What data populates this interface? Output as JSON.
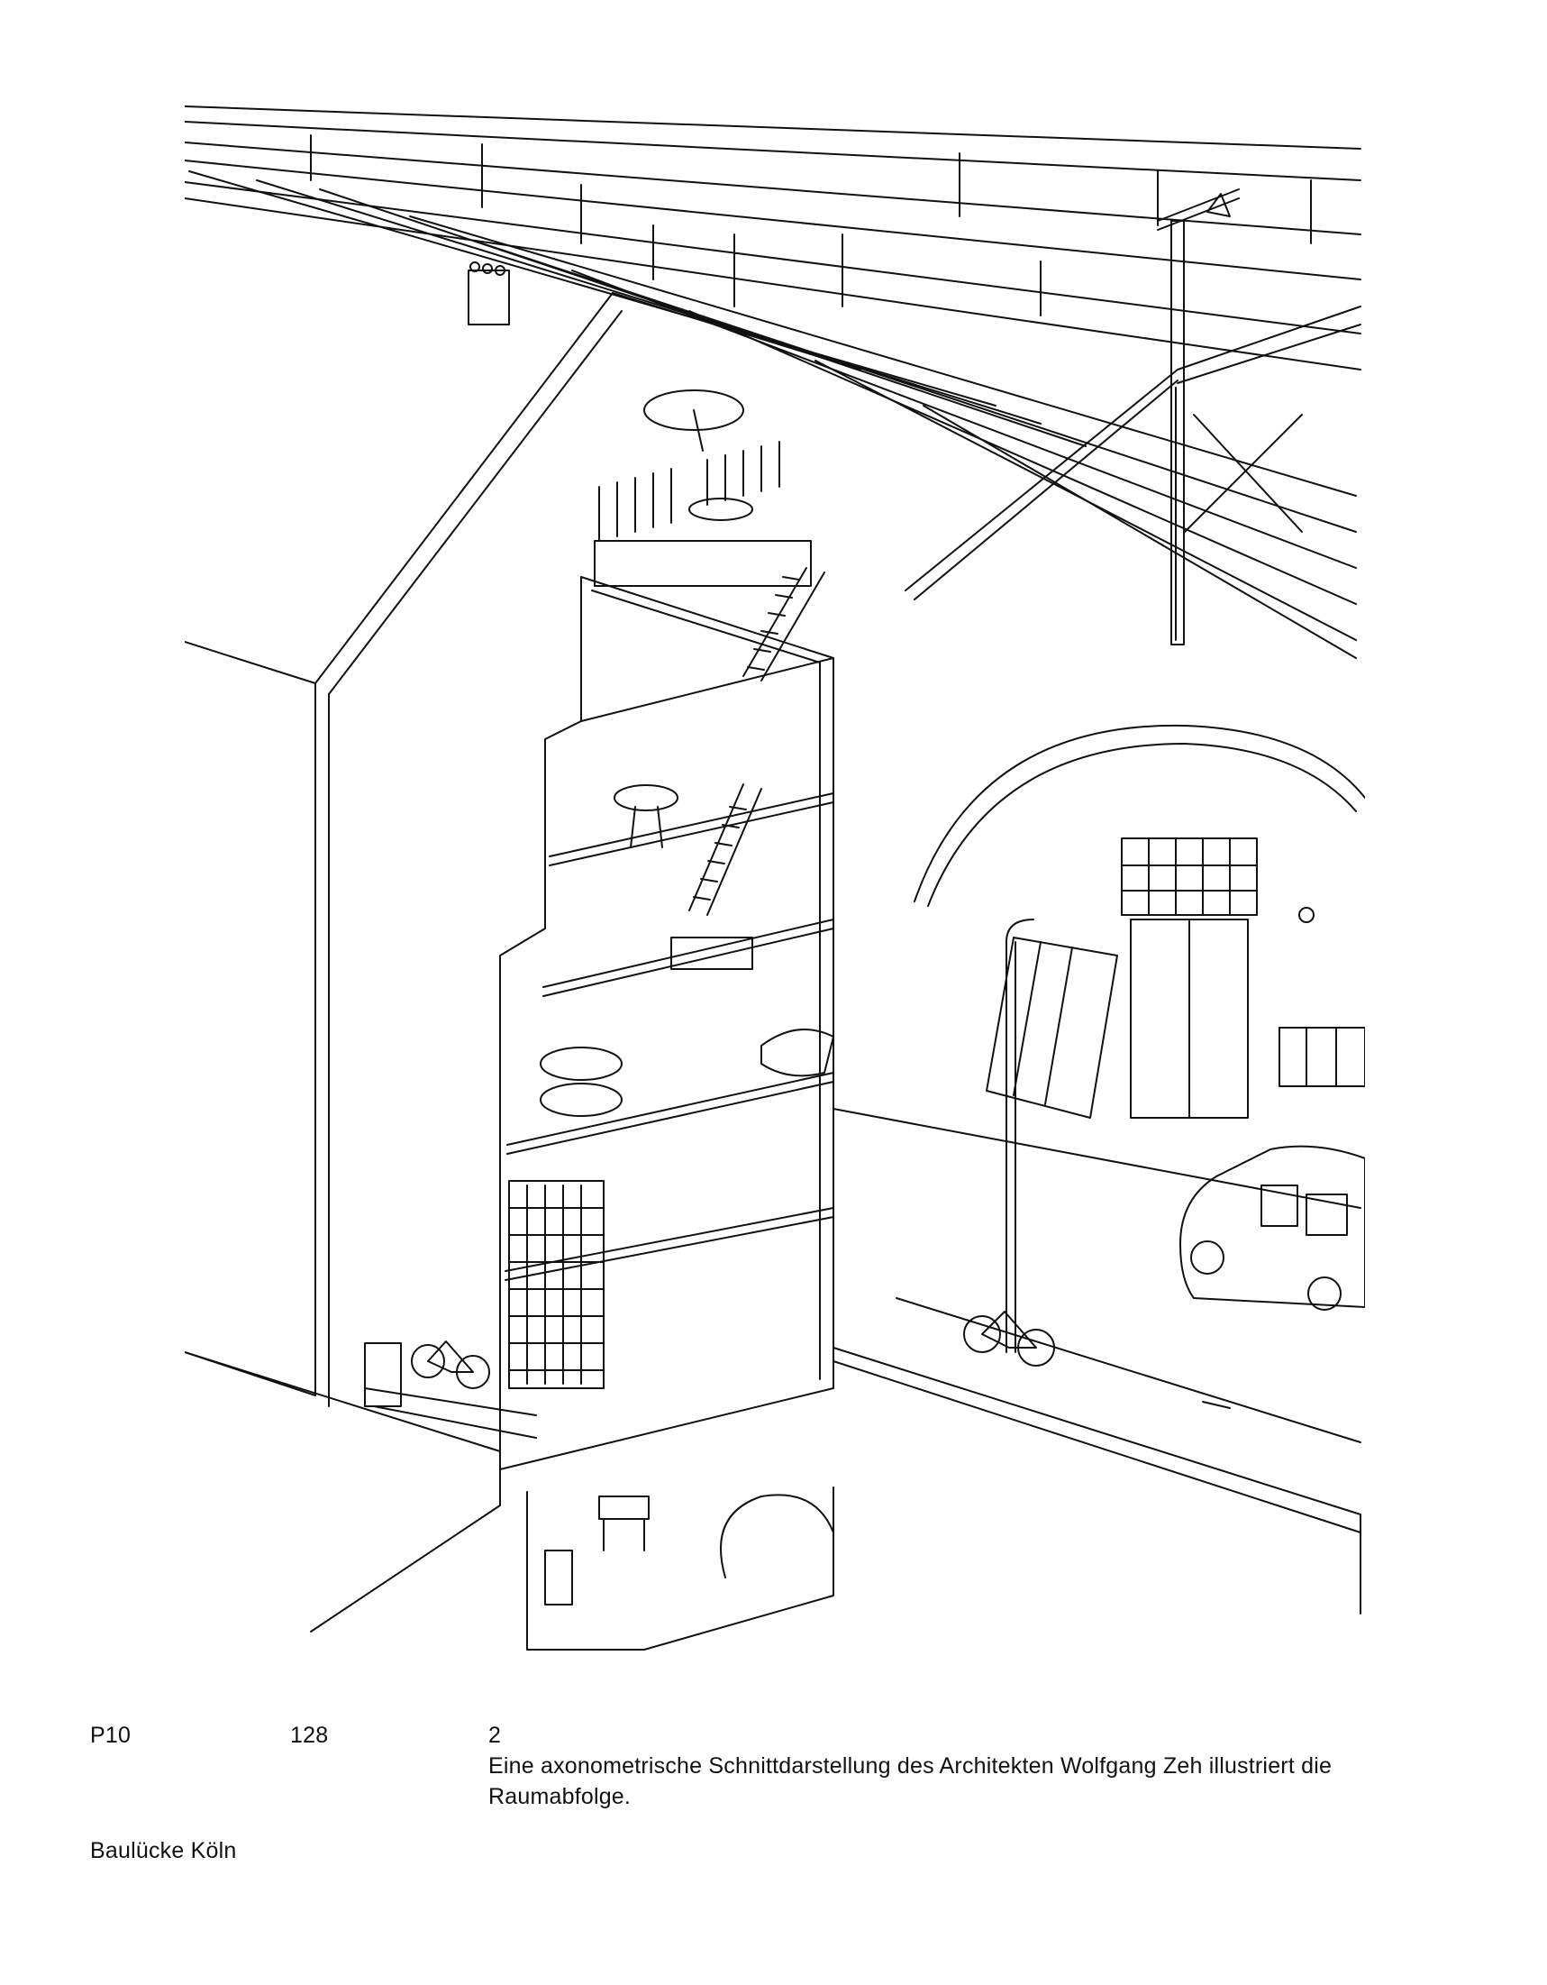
{
  "footer": {
    "project_code": "P10",
    "page_number": "128",
    "figure_number": "2",
    "caption": "Eine axonometrische Schnittdarstellung des Architekten Wolfgang Zeh illustriert die Raumabfolge.",
    "project_name": "Baulücke Köln"
  },
  "colors": {
    "ink": "#111111",
    "paper": "#ffffff"
  }
}
